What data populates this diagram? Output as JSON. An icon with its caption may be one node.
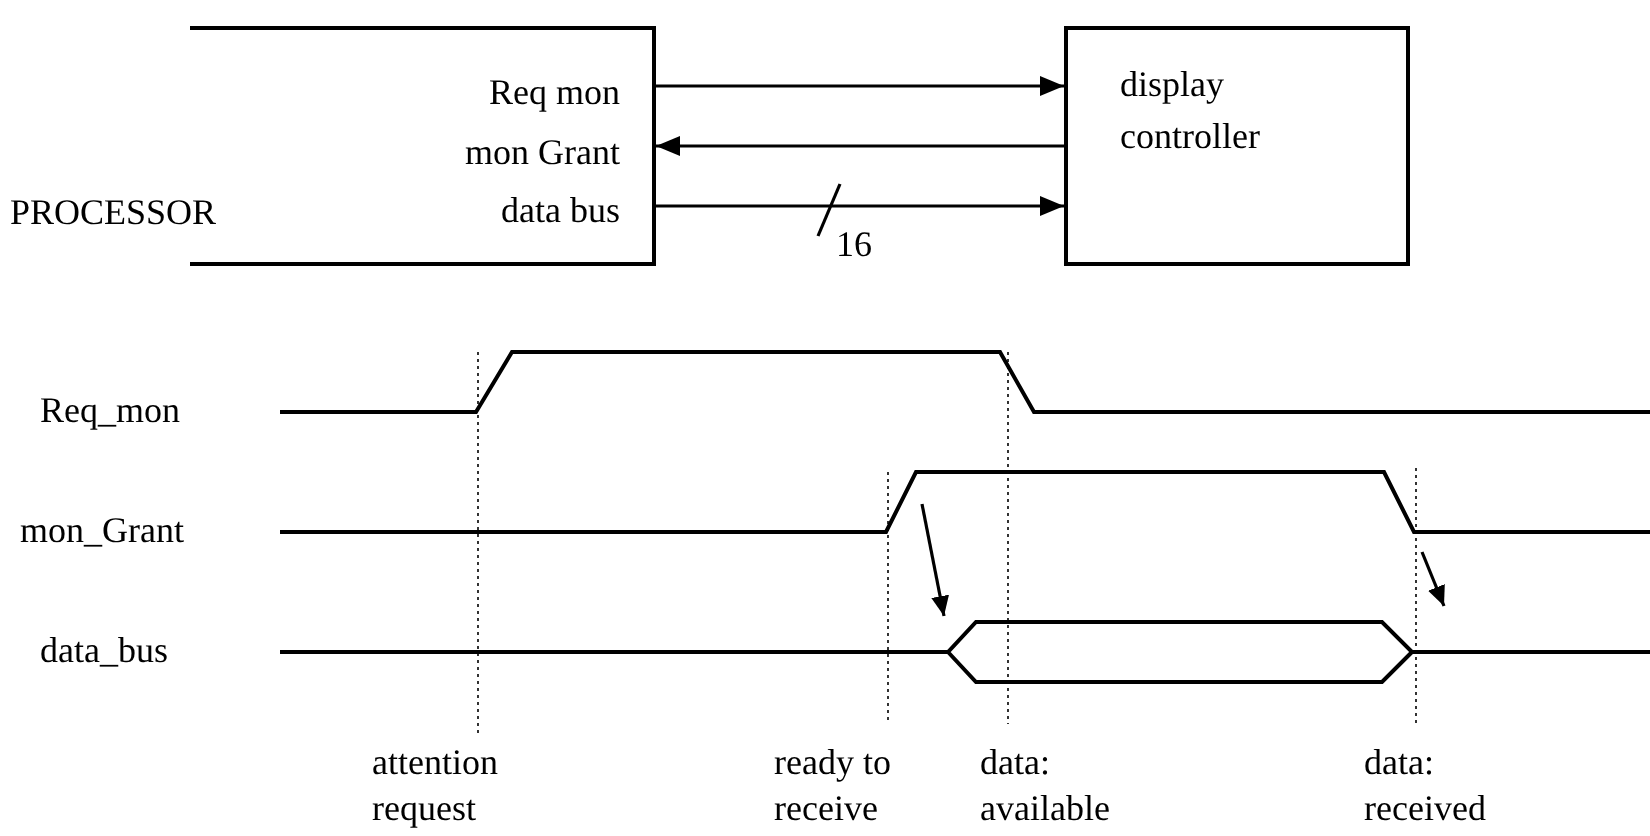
{
  "diagram": {
    "nodes": [
      {
        "text": [
          "PROCESSOR",
          "Req mon",
          "mon Grant",
          "data bus"
        ]
      },
      {
        "text": [
          "display controller"
        ]
      }
    ],
    "edges": [
      {
        "from": 0,
        "to": 1,
        "arrow": "to"
      },
      {
        "from": 1,
        "to": 0,
        "arrow": "to"
      },
      {
        "from": 0,
        "to": 1,
        "arrow": "to",
        "label": "16"
      }
    ],
    "labels": [
      "Req_mon",
      "mon_Grant",
      "data_bus",
      "attention request",
      "ready to receive",
      "data: available",
      "data: received"
    ]
  }
}
